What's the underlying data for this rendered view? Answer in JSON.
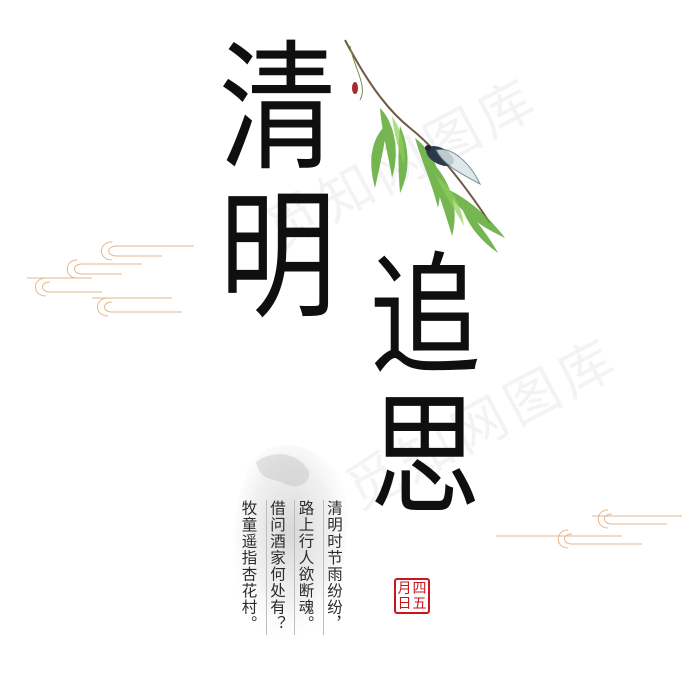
{
  "title": {
    "left_column": "清明",
    "right_column": "追思"
  },
  "poem": {
    "lines": [
      "清明时节雨纷纷，",
      "路上行人欲断魂。",
      "借问酒家何处有？",
      "牧童遥指杏花村。"
    ]
  },
  "seal": {
    "chars": [
      "四",
      "月",
      "五",
      "日"
    ],
    "color": "#c8161d"
  },
  "watermark": {
    "text": "觅知网图库"
  },
  "decor": {
    "cloud_color": "#e2b98c",
    "willow_icon": "willow-branch-icon",
    "cicada_icon": "cicada-icon"
  }
}
